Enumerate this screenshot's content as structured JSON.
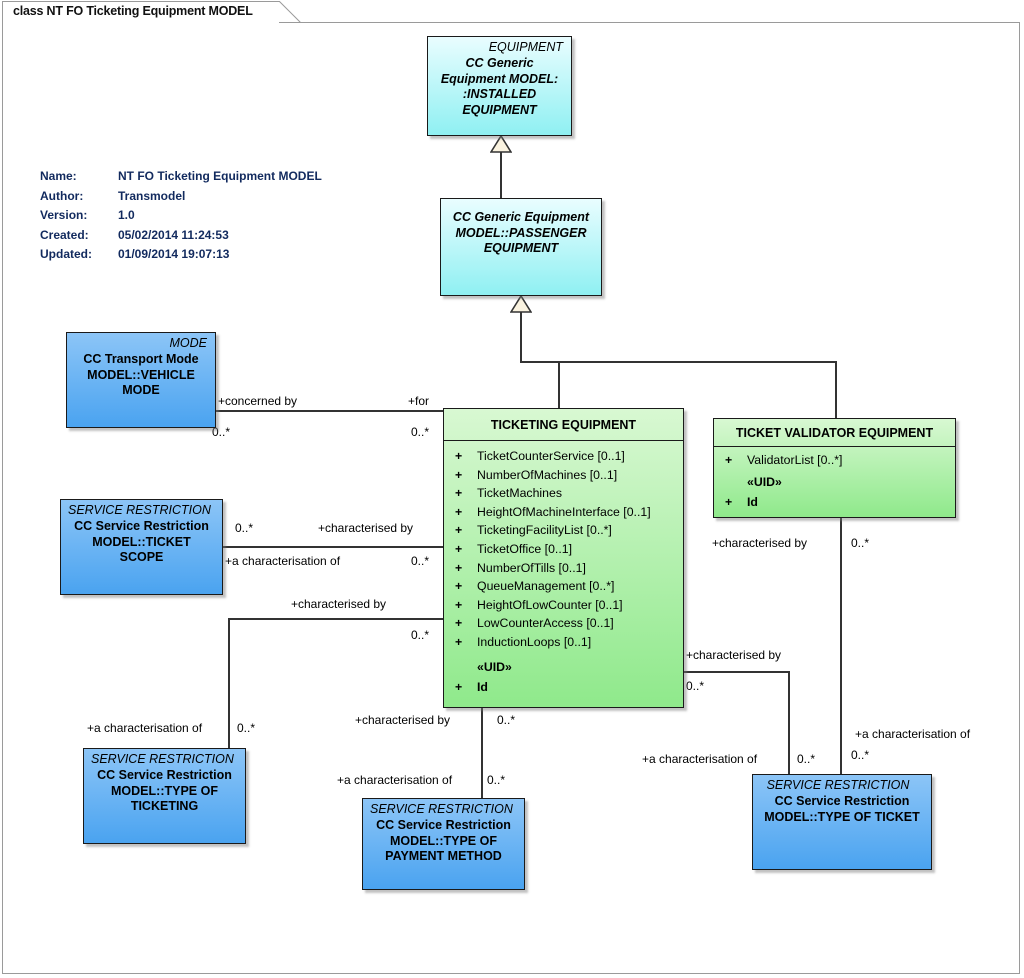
{
  "diagram": {
    "tab_label": "class NT FO Ticketing Equipment MODEL"
  },
  "meta": {
    "rows": [
      {
        "key": "Name:",
        "value": "NT FO Ticketing Equipment MODEL"
      },
      {
        "key": "Author:",
        "value": "Transmodel"
      },
      {
        "key": "Version:",
        "value": "1.0"
      },
      {
        "key": "Created:",
        "value": "05/02/2014 11:24:53"
      },
      {
        "key": "Updated:",
        "value": "01/09/2014 19:07:13"
      }
    ]
  },
  "colors": {
    "cyan_top": "#e9fdff",
    "cyan_bottom": "#8ff0f2",
    "blue_top": "#8cc5f7",
    "blue_bottom": "#4aa3f0",
    "green_top": "#d8f8d2",
    "green_bottom": "#8fe98b",
    "line": "#333333",
    "meta_text": "#122a5e"
  },
  "classes": {
    "installed_equipment": {
      "stereotype": "EQUIPMENT",
      "name_line1": "CC Generic",
      "name_line2": "Equipment MODEL:",
      "name_line3": ":INSTALLED",
      "name_line4": "EQUIPMENT"
    },
    "passenger_equipment": {
      "name_line1": "CC Generic Equipment",
      "name_line2": "MODEL::PASSENGER",
      "name_line3": "EQUIPMENT"
    },
    "vehicle_mode": {
      "stereotype": "MODE",
      "name_line1": "CC Transport Mode",
      "name_line2": "MODEL::VEHICLE",
      "name_line3": "MODE"
    },
    "ticket_scope": {
      "stereotype": "SERVICE RESTRICTION",
      "name_line1": "CC Service Restriction",
      "name_line2": "MODEL::TICKET",
      "name_line3": "SCOPE"
    },
    "type_of_ticketing": {
      "stereotype": "SERVICE RESTRICTION",
      "name_line1": "CC Service Restriction",
      "name_line2": "MODEL::TYPE OF",
      "name_line3": "TICKETING"
    },
    "type_of_payment_method": {
      "stereotype": "SERVICE RESTRICTION",
      "name_line1": "CC Service Restriction",
      "name_line2": "MODEL::TYPE OF",
      "name_line3": "PAYMENT METHOD"
    },
    "type_of_ticket": {
      "stereotype": "SERVICE RESTRICTION",
      "name_line1": "CC Service Restriction",
      "name_line2": "MODEL::TYPE OF TICKET"
    },
    "ticketing_equipment": {
      "title": "TICKETING EQUIPMENT",
      "attributes": [
        {
          "vis": "+",
          "text": "TicketCounterService [0..1]"
        },
        {
          "vis": "+",
          "text": "NumberOfMachines [0..1]"
        },
        {
          "vis": "+",
          "text": "TicketMachines"
        },
        {
          "vis": "+",
          "text": "HeightOfMachineInterface [0..1]"
        },
        {
          "vis": "+",
          "text": "TicketingFacilityList [0..*]"
        },
        {
          "vis": "+",
          "text": "TicketOffice [0..1]"
        },
        {
          "vis": "+",
          "text": "NumberOfTills [0..1]"
        },
        {
          "vis": "+",
          "text": "QueueManagement [0..*]"
        },
        {
          "vis": "+",
          "text": "HeightOfLowCounter [0..1]"
        },
        {
          "vis": "+",
          "text": "LowCounterAccess [0..1]"
        },
        {
          "vis": "+",
          "text": "InductionLoops [0..1]"
        }
      ],
      "uid_label": "«UID»",
      "uid_attribute": {
        "vis": "+",
        "text": "Id"
      }
    },
    "ticket_validator_equipment": {
      "title": "TICKET VALIDATOR EQUIPMENT",
      "attributes": [
        {
          "vis": "+",
          "text": "ValidatorList [0..*]"
        }
      ],
      "uid_label": "«UID»",
      "uid_attribute": {
        "vis": "+",
        "text": "Id"
      }
    }
  },
  "edge_labels": {
    "mode_role": "+concerned by",
    "mode_mult": "0..*",
    "ticketing_for_role": "+for",
    "ticketing_for_mult": "0..*",
    "scope_mult": "0..*",
    "scope_char_by": "+characterised by",
    "scope_char_of": "+a characterisation of",
    "scope_char_of_mult": "0..*",
    "ticketing_left_char_by": "+characterised by",
    "ticketing_left_mult": "0..*",
    "ticketing_typeofticketing_char_of": "+a characterisation of",
    "ticketing_typeofticketing_mult": "0..*",
    "ticketing_payment_char_by": "+characterised by",
    "ticketing_payment_char_by_mult": "0..*",
    "ticketing_payment_char_of": "+a characterisation of",
    "ticketing_payment_char_of_mult": "0..*",
    "validator_char_by": "+characterised by",
    "validator_char_by_mult": "0..*",
    "ticketing_right_char_by": "+characterised by",
    "ticketing_right_char_by_mult": "0..*",
    "ticket_left_char_of": "+a characterisation of",
    "ticket_left_char_of_mult": "0..*",
    "ticket_right_char_of": "+a characterisation of",
    "ticket_right_char_of_mult": "0..*"
  }
}
